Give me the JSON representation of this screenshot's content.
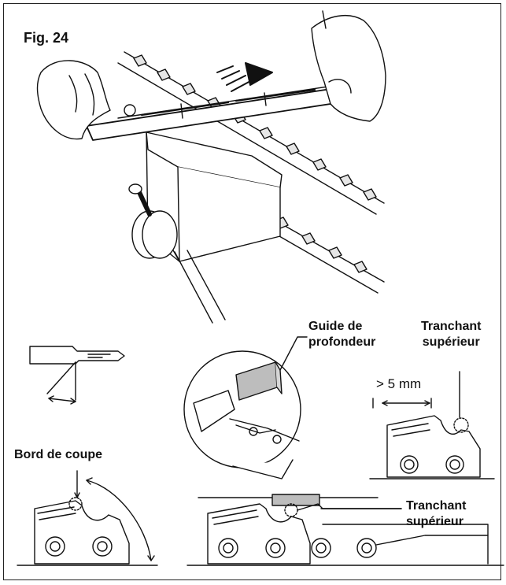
{
  "figure": {
    "label": "Fig. 24"
  },
  "labels": {
    "depth_gauge_line1": "Guide de",
    "depth_gauge_line2": "profondeur",
    "top_plate_right_line1": "Tranchant",
    "top_plate_right_line2": "supérieur",
    "dimension": "> 5 mm",
    "cutting_edge": "Bord de coupe",
    "top_plate_bottom_line1": "Tranchant",
    "top_plate_bottom_line2": "supérieur"
  },
  "colors": {
    "ink": "#111111",
    "gauge_fill": "#bdbdbd",
    "shade": "#d6d6d6",
    "background": "#ffffff"
  }
}
